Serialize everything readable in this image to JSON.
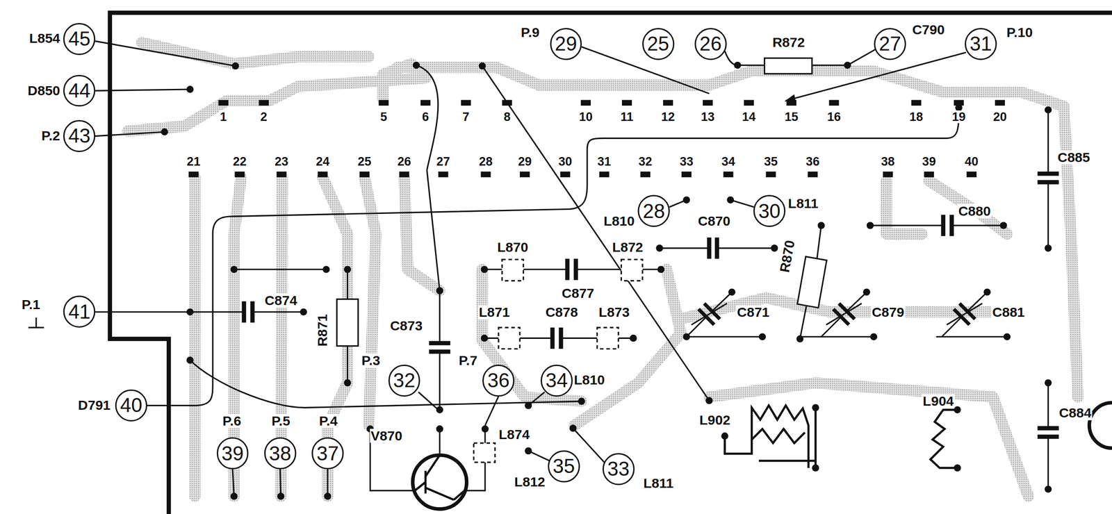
{
  "diagram": {
    "nodes": [
      {
        "text": [
          "29"
        ]
      },
      {
        "text": [
          "25"
        ]
      },
      {
        "text": [
          "26"
        ]
      },
      {
        "text": [
          "27"
        ]
      },
      {
        "text": [
          "31"
        ]
      },
      {
        "text": [
          "45"
        ]
      },
      {
        "text": [
          "44"
        ]
      },
      {
        "text": [
          "43"
        ]
      },
      {
        "text": [
          "28"
        ]
      },
      {
        "text": [
          "30"
        ]
      },
      {
        "text": [
          "41"
        ]
      },
      {
        "text": [
          "32"
        ]
      },
      {
        "text": [
          "36"
        ]
      },
      {
        "text": [
          "34"
        ]
      },
      {
        "text": [
          "40"
        ]
      },
      {
        "text": [
          "39"
        ]
      },
      {
        "text": [
          "38"
        ]
      },
      {
        "text": [
          "37"
        ]
      },
      {
        "text": [
          "35"
        ]
      },
      {
        "text": [
          "33"
        ]
      }
    ],
    "labels": [
      "L854",
      "D850",
      "P.2",
      "P.1",
      "D791",
      "P.9",
      "R872",
      "C790",
      "P.10",
      "1",
      "2",
      "5",
      "6",
      "7",
      "8",
      "10",
      "11",
      "12",
      "13",
      "14",
      "15",
      "16",
      "18",
      "19",
      "20",
      "21",
      "22",
      "23",
      "24",
      "25",
      "26",
      "27",
      "28",
      "29",
      "30",
      "31",
      "32",
      "33",
      "34",
      "35",
      "36",
      "38",
      "39",
      "40",
      "C885",
      "L810",
      "C870",
      "L811",
      "C880",
      "R870",
      "L870",
      "C877",
      "L872",
      "L871",
      "C878",
      "L873",
      "C874",
      "R871",
      "C871",
      "C879",
      "C881",
      "C873",
      "P.3",
      "P.7",
      "L810",
      "P.6",
      "P.5",
      "P.4",
      "V870",
      "L874",
      "L812",
      "L811",
      "L902",
      "L904",
      "C884"
    ]
  }
}
